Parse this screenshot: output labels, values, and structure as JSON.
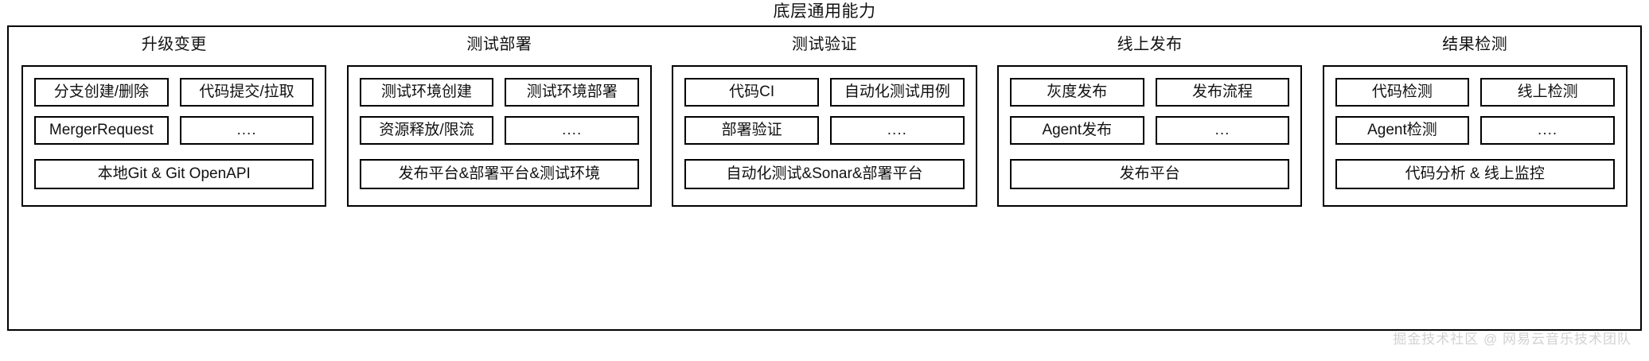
{
  "page": {
    "title": "底层通用能力",
    "watermark": "掘金技术社区 @ 网易云音乐技术团队"
  },
  "stages": [
    {
      "title": "升级变更",
      "row1": [
        "分支创建/删除",
        "代码提交/拉取"
      ],
      "row2": [
        "MergerRequest",
        "...."
      ],
      "footer": "本地Git & Git OpenAPI"
    },
    {
      "title": "测试部署",
      "row1": [
        "测试环境创建",
        "测试环境部署"
      ],
      "row2": [
        "资源释放/限流",
        "...."
      ],
      "footer": "发布平台&部署平台&测试环境"
    },
    {
      "title": "测试验证",
      "row1": [
        "代码CI",
        "自动化测试用例"
      ],
      "row2": [
        "部署验证",
        "...."
      ],
      "footer": "自动化测试&Sonar&部署平台"
    },
    {
      "title": "线上发布",
      "row1": [
        "灰度发布",
        "发布流程"
      ],
      "row2": [
        "Agent发布",
        "..."
      ],
      "footer": "发布平台"
    },
    {
      "title": "结果检测",
      "row1": [
        "代码检测",
        "线上检测"
      ],
      "row2": [
        "Agent检测",
        "...."
      ],
      "footer": "代码分析 & 线上监控"
    }
  ],
  "colors": {
    "border": "#000000",
    "background": "#ffffff",
    "text": "#111111",
    "watermark": "#d2d2d4"
  }
}
